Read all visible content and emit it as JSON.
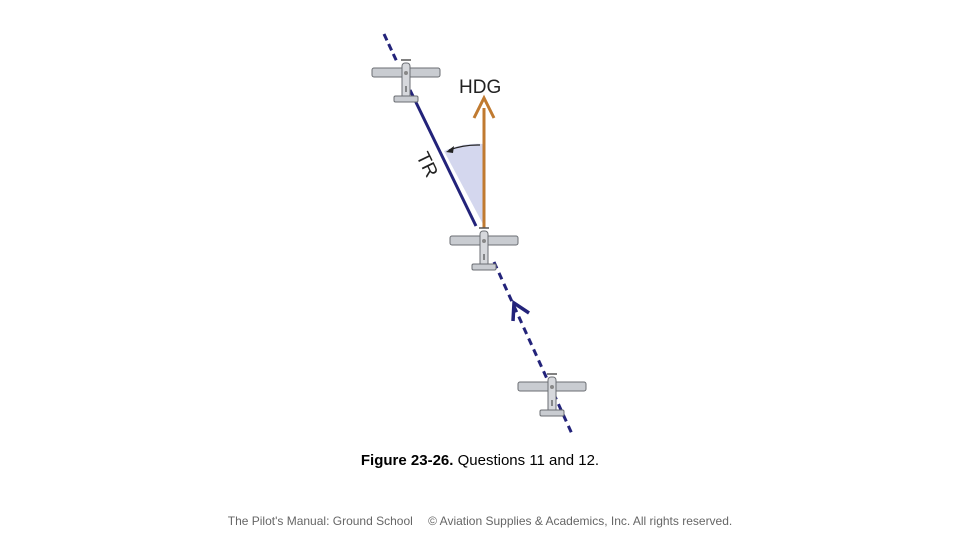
{
  "diagram": {
    "hdg_label": "HDG",
    "tr_label": "TR",
    "colors": {
      "track": "#23237a",
      "heading": "#c07a30",
      "angle_fill": "#d4d7ee",
      "aircraft": "#c9ccd1",
      "aircraft_stroke": "#6b6e73"
    }
  },
  "caption": {
    "figure_label": "Figure 23-26.",
    "text": "Questions 11 and 12."
  },
  "footer": {
    "left": "The Pilot's Manual: Ground School",
    "right": "© Aviation Supplies & Academics, Inc. All rights reserved."
  }
}
